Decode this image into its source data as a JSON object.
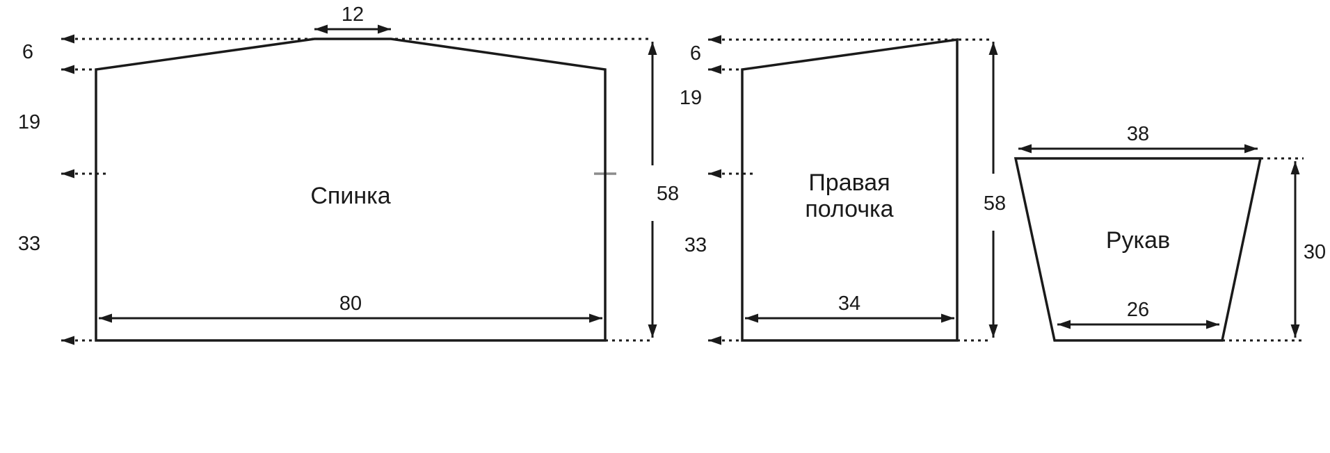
{
  "pieces": {
    "back": {
      "label": "Спинка",
      "neck_width": "12",
      "shoulder_height": "6",
      "armhole_depth": "19",
      "side_length": "33",
      "bottom_width": "80",
      "total_length": "58"
    },
    "front": {
      "label_line1": "Правая",
      "label_line2": "полочка",
      "shoulder_height": "6",
      "armhole_depth": "19",
      "side_length": "33",
      "bottom_width": "34",
      "total_length": "58"
    },
    "sleeve": {
      "label": "Рукав",
      "top_width": "38",
      "bottom_width": "26",
      "height": "30"
    }
  },
  "colors": {
    "line": "#1a1a1a",
    "tick": "#8c8c8c",
    "background": "#ffffff"
  }
}
